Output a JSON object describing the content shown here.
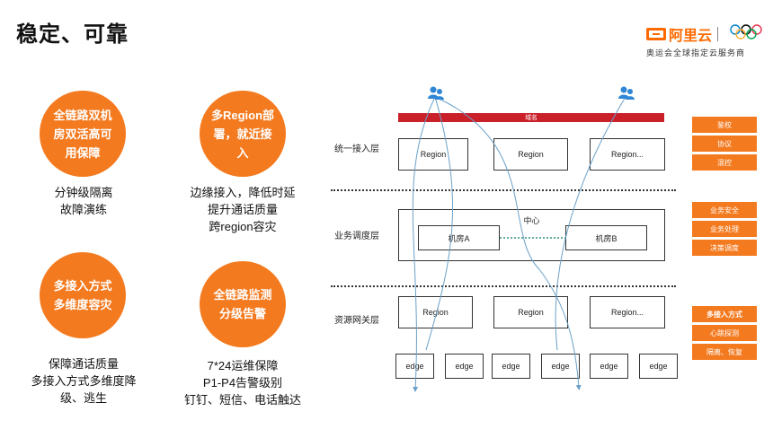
{
  "title": "稳定、可靠",
  "brand": {
    "name": "阿里云",
    "subtitle": "奥运会全球指定云服务商",
    "colors": {
      "accent": "#ff6a00"
    }
  },
  "features": [
    {
      "circle": "全链路双机\n房双活高可\n用保障",
      "caption": "分钟级隔离\n故障演练"
    },
    {
      "circle": "多Region部\n署，就近接\n入",
      "caption": "边缘接入，降低时延\n提升通话质量\n跨region容灾"
    },
    {
      "circle": "多接入方式\n多维度容灾",
      "caption": "保障通话质量\n多接入方式多维度降\n级、逃生"
    },
    {
      "circle": "全链路监测\n分级告警",
      "caption": "7*24运维保障\nP1-P4告警级别\n钉钉、短信、电话触达"
    }
  ],
  "diagram": {
    "domain_bar": "域名",
    "layers": [
      "统一接入层",
      "业务调度层",
      "资源网关层"
    ],
    "access_regions": [
      "Region",
      "Region",
      "Region..."
    ],
    "center_label": "中心",
    "rooms": [
      "机房A",
      "机房B"
    ],
    "gateway_regions": [
      "Region",
      "Region",
      "Region..."
    ],
    "edges": [
      "edge",
      "edge",
      "edge",
      "edge",
      "edge",
      "edge"
    ],
    "tags_access": [
      "鉴权",
      "协议",
      "混控"
    ],
    "tags_dispatch": [
      "业务安全",
      "业务处理",
      "决策调度"
    ],
    "tags_gateway": [
      "多接入方式",
      "心跳探测",
      "隔离、恢复"
    ],
    "colors": {
      "orange": "#f47a1f",
      "red": "#c9202a",
      "flow": "#6aa0c8",
      "user": "#2f86d6"
    }
  }
}
